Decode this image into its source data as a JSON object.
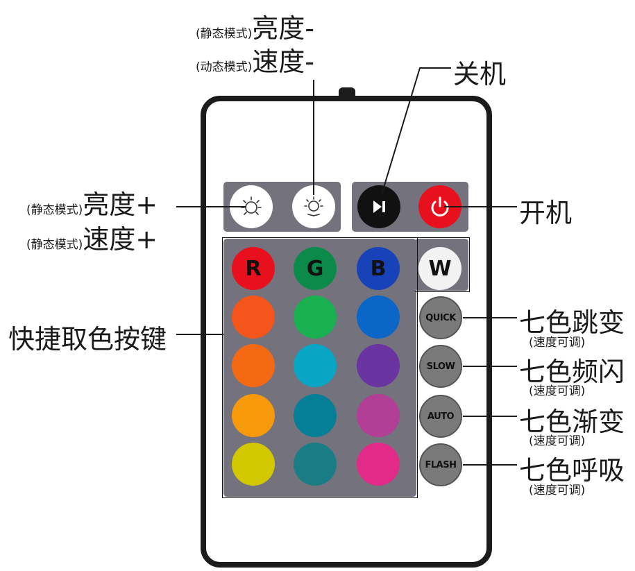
{
  "top_labels": [
    {
      "mode": "(静态模式)",
      "func": "亮度-"
    },
    {
      "mode": "(动态模式)",
      "func": "速度-"
    }
  ],
  "left_labels": [
    {
      "mode": "(静态模式)",
      "func": "亮度+"
    },
    {
      "mode": "(静态模式)",
      "func": "速度+"
    }
  ],
  "power_labels": {
    "off": "关机",
    "on": "开机"
  },
  "color_group_label": "快捷取色按键",
  "color_buttons": {
    "r": "R",
    "g": "G",
    "b": "B",
    "w": "W"
  },
  "mode_buttons": [
    {
      "button": "QUICK",
      "title": "七色跳变",
      "note": "(速度可调)"
    },
    {
      "button": "SLOW",
      "title": "七色频闪",
      "note": "(速度可调)"
    },
    {
      "button": "AUTO",
      "title": "七色渐变",
      "note": "(速度可调)"
    },
    {
      "button": "FLASH",
      "title": "七色呼吸",
      "note": "(速度可调)"
    }
  ],
  "colors": {
    "row1": [
      "#e8101c",
      "#0c8a4a",
      "#1842b8",
      "#f2f2f2"
    ],
    "row2": [
      "#f4551b",
      "#18b050",
      "#0c66c8"
    ],
    "row3": [
      "#f46a14",
      "#08a6c4",
      "#6a34a0"
    ],
    "row4": [
      "#f69a0c",
      "#047f96",
      "#b23e96"
    ],
    "row5": [
      "#d2c800",
      "#1a7c84",
      "#e22a88"
    ],
    "panel": "#73727d",
    "power": "#e8101c",
    "play": "#111111"
  }
}
